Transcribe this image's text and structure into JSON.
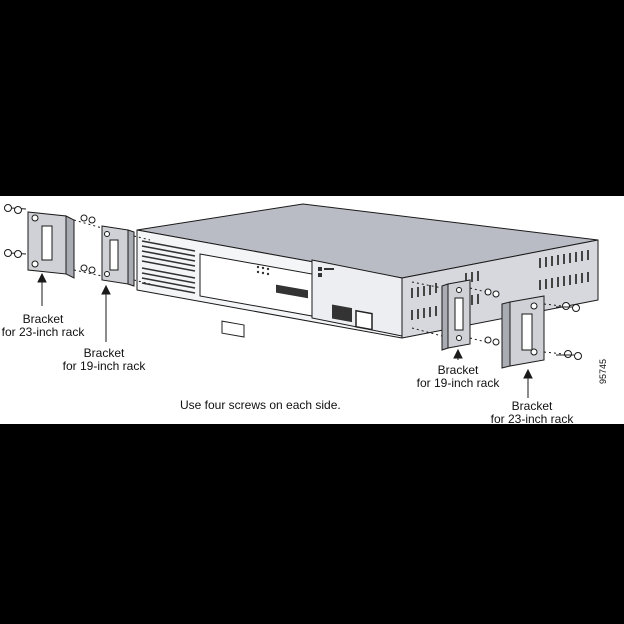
{
  "labels": {
    "bracket_23_left": [
      "Bracket",
      "for 23-inch rack"
    ],
    "bracket_19_left": [
      "Bracket",
      "for 19-inch rack"
    ],
    "bracket_19_right": [
      "Bracket",
      "for 19-inch rack"
    ],
    "bracket_23_right": [
      "Bracket",
      "for 23-inch rack"
    ],
    "caption": "Use four screws on each side.",
    "figure_id": "95745"
  },
  "colors": {
    "background": "#000000",
    "panel": "#ffffff",
    "chassis_top": "#b9bcc4",
    "chassis_front": "#f4f5f7",
    "chassis_side": "#d6d8de",
    "bracket": "#cfd1d6",
    "line": "#1a1a1a"
  }
}
